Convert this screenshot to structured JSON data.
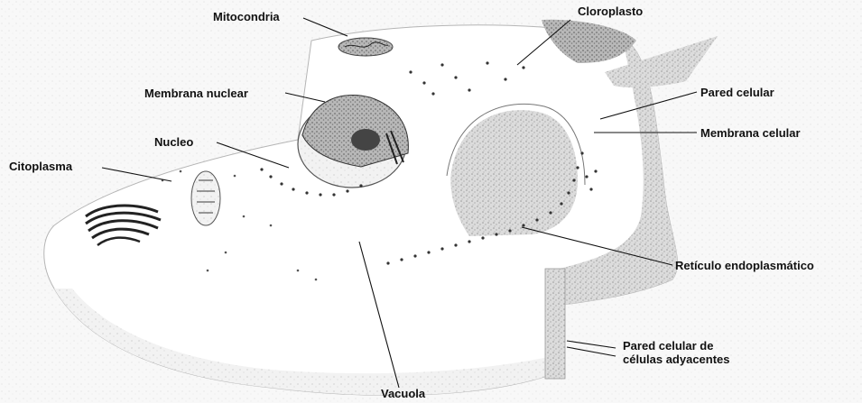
{
  "labels": {
    "mitocondria": "Mitocondria",
    "cloroplasto": "Cloroplasto",
    "membrana_nuclear": "Membrana nuclear",
    "pared_celular": "Pared celular",
    "membrana_celular": "Membrana celular",
    "nucleo": "Nucleo",
    "citoplasma": "Citoplasma",
    "reticulo": "Retículo endoplasmático",
    "pared_adyacentes_1": "Pared celular de",
    "pared_adyacentes_2": "células adyacentes",
    "vacuola": "Vacuola"
  },
  "colors": {
    "ink": "#111111",
    "shade_dark": "#8a8a8a",
    "shade_light": "#cfcfcf"
  }
}
